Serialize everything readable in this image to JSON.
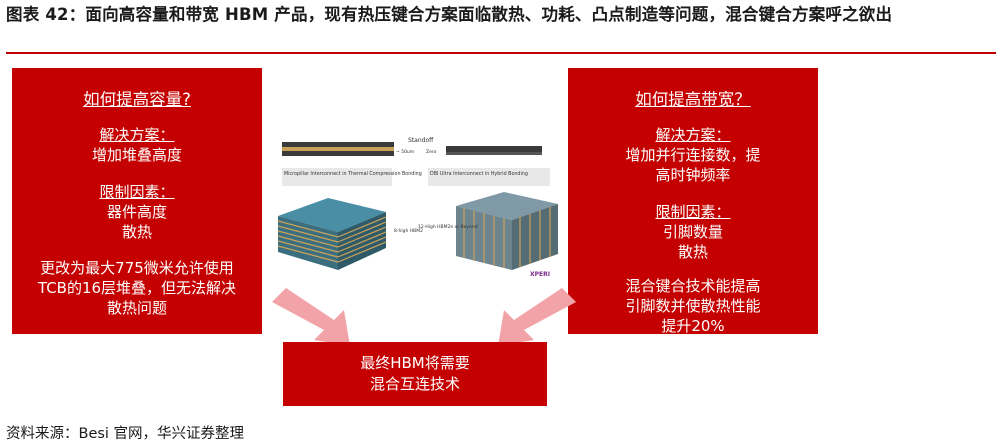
{
  "figure": {
    "title": "图表 42：面向高容量和带宽 HBM 产品，现有热压键合方案面临散热、功耗、凸点制造等问题，混合键合方案呼之欲出"
  },
  "left_panel": {
    "heading": "如何提高容量?",
    "solution_label": "解决方案：",
    "solution_text": "增加堆叠高度",
    "limit_label": "限制因素：",
    "limit_items": [
      "器件高度",
      "散热"
    ],
    "note_lines": [
      "更改为最大775微米允许使用",
      "TCB的16层堆叠，但无法解决",
      "散热问题"
    ]
  },
  "right_panel": {
    "heading": "如何提高带宽？",
    "solution_label": "解决方案：",
    "solution_lines": [
      "增加并行连接数，提",
      "高时钟频率"
    ],
    "limit_label": "限制因素：",
    "limit_items": [
      "引脚数量",
      "散热"
    ],
    "note_lines": [
      "混合键合技术能提高",
      "引脚数并使散热性能",
      "提升20%"
    ]
  },
  "bottom_panel": {
    "lines": [
      "最终HBM将需要",
      "混合互连技术"
    ]
  },
  "center_image": {
    "standoff_label": "Standoff",
    "left_caption": "Micropillar Interconnect in Thermal Compression Bonding",
    "right_caption": "DBI Ultra Interconnect in Hybrid Bonding",
    "left_stack_label": "8-high HBM2",
    "right_stack_label": "12-High HBM2e or Beyond",
    "dim_left": "~ 50um",
    "dim_right": "Zero",
    "brand": "XPERI"
  },
  "colors": {
    "panel_red": "#c40000",
    "arrow_pink": "#f2a3a8",
    "title_rule": "#c00000"
  },
  "source": "资料来源：Besi 官网，华兴证券整理"
}
